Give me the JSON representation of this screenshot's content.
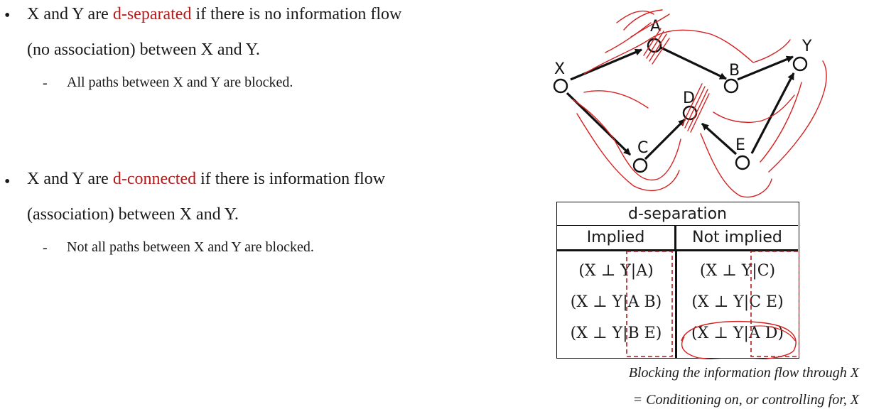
{
  "bullets": [
    {
      "prefix": "X and Y are ",
      "highlight": "d-separated",
      "suffix": " if there is no information flow",
      "line2": "(no association) between X and Y.",
      "sub": "All paths between X and Y are blocked."
    },
    {
      "prefix": "X and Y are ",
      "highlight": "d-connected",
      "suffix": " if there is information flow",
      "line2": "(association) between X and Y.",
      "sub": "Not all paths between X and Y are blocked."
    }
  ],
  "bullet_symbol": "•",
  "sub_symbol": "-",
  "graph": {
    "nodes": [
      "X",
      "A",
      "B",
      "Y",
      "D",
      "C",
      "E"
    ],
    "edges": [
      [
        "X",
        "A"
      ],
      [
        "A",
        "B"
      ],
      [
        "B",
        "Y"
      ],
      [
        "X",
        "C"
      ],
      [
        "C",
        "D"
      ],
      [
        "E",
        "D"
      ],
      [
        "E",
        "Y"
      ]
    ]
  },
  "table": {
    "header": "d-separation",
    "col_implied": "Implied",
    "col_not_implied": "Not implied",
    "implied": [
      {
        "left": "(X ⊥ Y",
        "right": "|A)"
      },
      {
        "left": "(X ⊥ Y",
        "right": "|A B)"
      },
      {
        "left": "(X ⊥ Y",
        "right": "|B E)"
      }
    ],
    "not_implied": [
      {
        "left": "(X ⊥ Y",
        "right": "|C)"
      },
      {
        "left": "(X ⊥ Y",
        "right": "|C E)"
      },
      {
        "left": "(X ⊥ Y",
        "right": "|A D)"
      }
    ]
  },
  "caption": {
    "line1": "Blocking the information flow through X",
    "line2": "= Conditioning on, or controlling for, X"
  },
  "colors": {
    "accent_red": "#b01c1c",
    "ink_red": "#d42020",
    "text": "#1a1a1a"
  }
}
